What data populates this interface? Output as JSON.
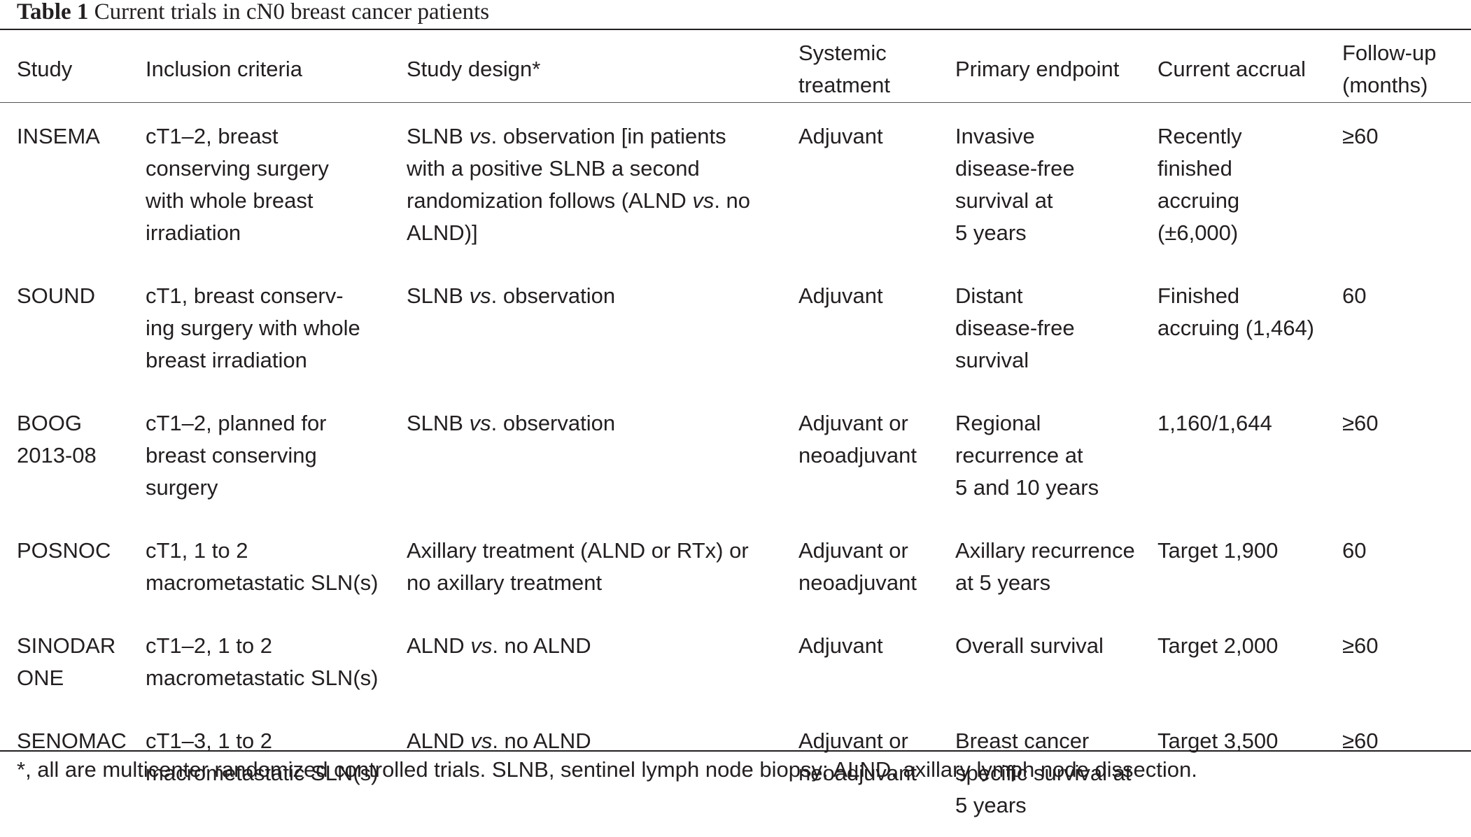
{
  "caption": {
    "label": "Table 1",
    "text": "Current trials in cN0 breast cancer patients"
  },
  "table": {
    "headers": [
      [
        "Study"
      ],
      [
        "Inclusion criteria"
      ],
      [
        "Study design*"
      ],
      [
        "Systemic",
        "treatment"
      ],
      [
        "Primary endpoint"
      ],
      [
        "Current accrual"
      ],
      [
        "Follow-up",
        "(months)"
      ]
    ],
    "rows": [
      [
        [
          "INSEMA"
        ],
        [
          "cT1–2, breast",
          "conserving surgery",
          "with whole breast",
          "irradiation"
        ],
        [
          [
            {
              "t": "SLNB "
            },
            {
              "t": "vs",
              "i": true
            },
            {
              "t": ". observation [in patients"
            }
          ],
          [
            {
              "t": "with a positive SLNB a second"
            }
          ],
          [
            {
              "t": "randomization follows (ALND "
            },
            {
              "t": "vs",
              "i": true
            },
            {
              "t": ". no"
            }
          ],
          [
            {
              "t": "ALND)]"
            }
          ]
        ],
        [
          "Adjuvant"
        ],
        [
          "Invasive",
          "disease-free",
          "survival at",
          "5 years"
        ],
        [
          "Recently",
          "finished",
          "accruing",
          "(±6,000)"
        ],
        [
          "≥60"
        ]
      ],
      [
        [
          "SOUND"
        ],
        [
          "cT1, breast conserv-",
          "ing surgery with whole",
          "breast irradiation"
        ],
        [
          [
            {
              "t": "SLNB "
            },
            {
              "t": "vs",
              "i": true
            },
            {
              "t": ". observation"
            }
          ]
        ],
        [
          "Adjuvant"
        ],
        [
          "Distant",
          "disease-free",
          "survival"
        ],
        [
          "Finished",
          "accruing (1,464)"
        ],
        [
          "60"
        ]
      ],
      [
        [
          "BOOG",
          "2013-08"
        ],
        [
          "cT1–2, planned for",
          "breast conserving",
          "surgery"
        ],
        [
          [
            {
              "t": "SLNB "
            },
            {
              "t": "vs",
              "i": true
            },
            {
              "t": ". observation"
            }
          ]
        ],
        [
          "Adjuvant or",
          "neoadjuvant"
        ],
        [
          "Regional",
          "recurrence at",
          "5 and 10 years"
        ],
        [
          "1,160/1,644"
        ],
        [
          "≥60"
        ]
      ],
      [
        [
          "POSNOC"
        ],
        [
          "cT1, 1 to 2",
          "macrometastatic SLN(s)"
        ],
        [
          [
            {
              "t": "Axillary treatment (ALND or RTx) or"
            }
          ],
          [
            {
              "t": "no axillary treatment"
            }
          ]
        ],
        [
          "Adjuvant or",
          "neoadjuvant"
        ],
        [
          "Axillary recurrence",
          "at 5 years"
        ],
        [
          "Target 1,900"
        ],
        [
          "60"
        ]
      ],
      [
        [
          "SINODAR",
          "ONE"
        ],
        [
          "cT1–2, 1 to 2",
          "macrometastatic SLN(s)"
        ],
        [
          [
            {
              "t": "ALND "
            },
            {
              "t": "vs",
              "i": true
            },
            {
              "t": ". no ALND"
            }
          ]
        ],
        [
          "Adjuvant"
        ],
        [
          "Overall survival"
        ],
        [
          "Target 2,000"
        ],
        [
          "≥60"
        ]
      ],
      [
        [
          "SENOMAC"
        ],
        [
          "cT1–3, 1 to 2",
          "macrometastatic SLN(s)"
        ],
        [
          [
            {
              "t": "ALND "
            },
            {
              "t": "vs",
              "i": true
            },
            {
              "t": ". no ALND"
            }
          ]
        ],
        [
          "Adjuvant or",
          "neoadjuvant"
        ],
        [
          "Breast cancer",
          "specific survival at",
          "5 years"
        ],
        [
          "Target 3,500"
        ],
        [
          "≥60"
        ]
      ]
    ]
  },
  "footnote": "*, all are multicenter randomized controlled trials. SLNB, sentinel lymph node biopsy; ALND, axillary lymph node dissection."
}
